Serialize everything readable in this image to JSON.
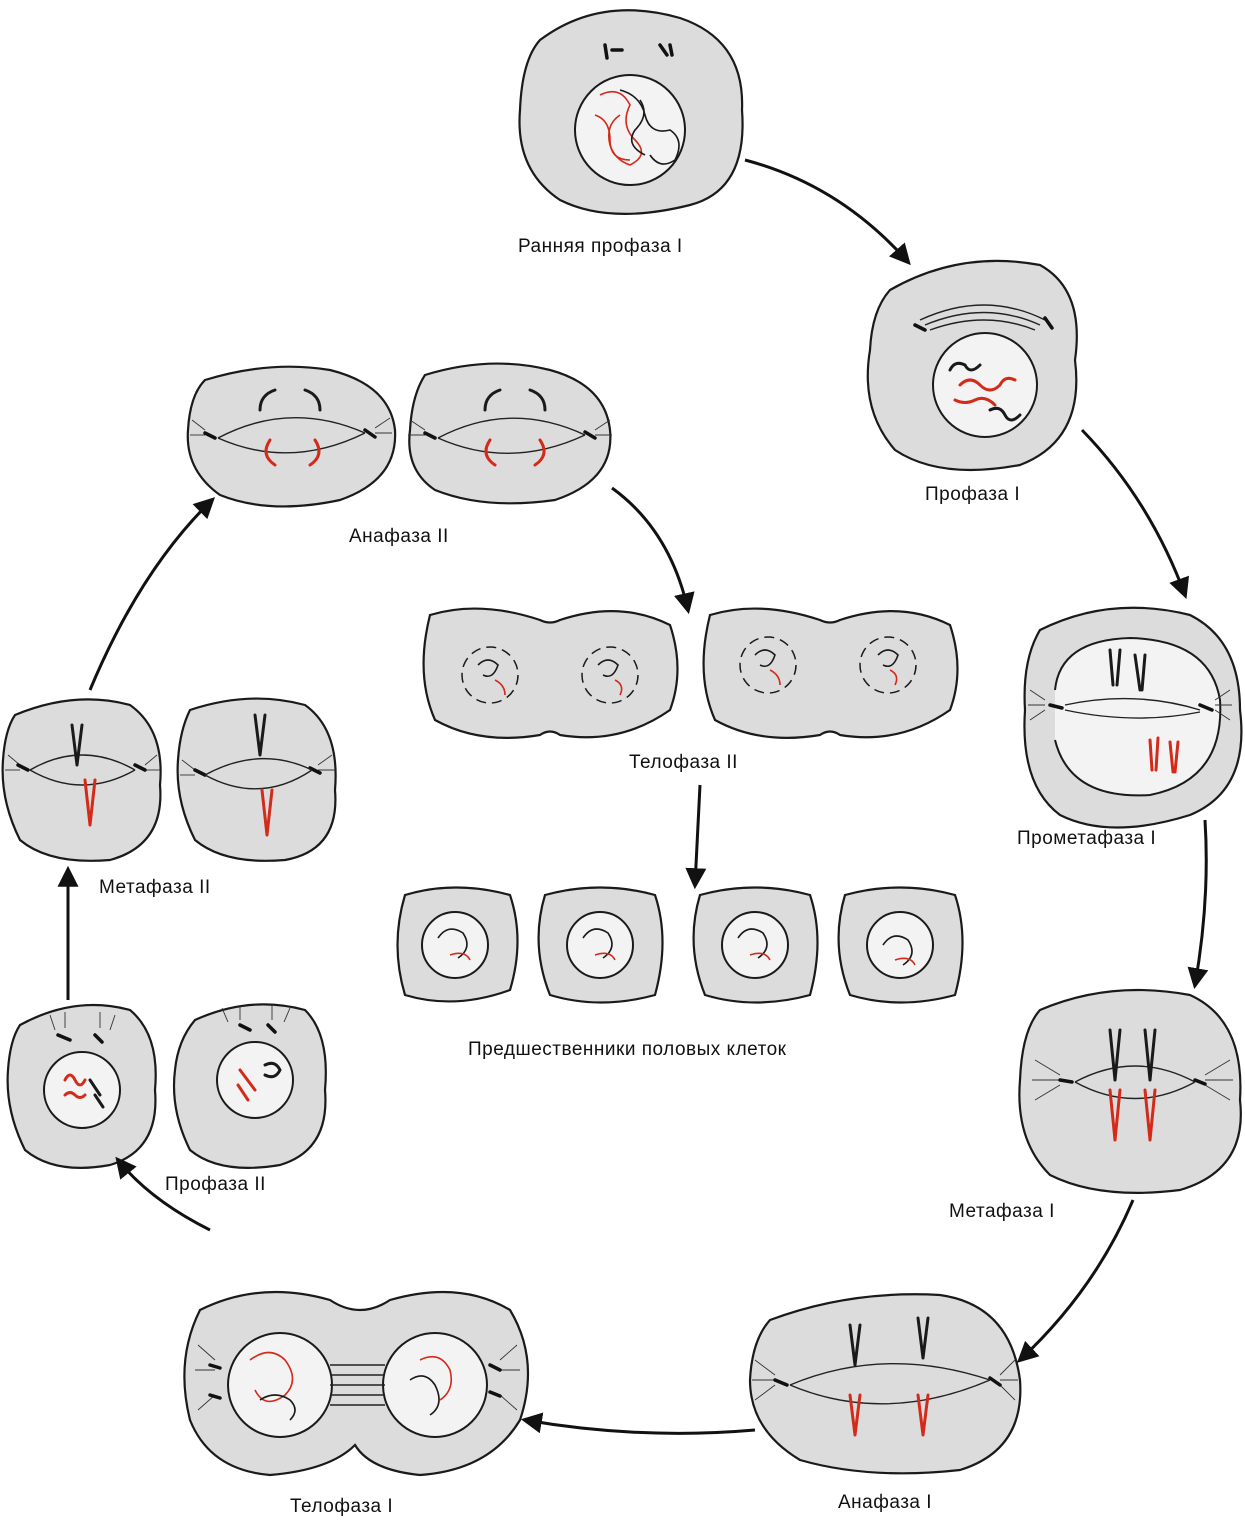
{
  "labels": {
    "early_prophase_1": "Ранняя профаза I",
    "prophase_1": "Профаза I",
    "prometaphase_1": "Прометафаза I",
    "metaphase_1": "Метафаза I",
    "anaphase_1": "Анафаза I",
    "telophase_1": "Телофаза I",
    "prophase_2": "Профаза II",
    "metaphase_2": "Метафаза II",
    "anaphase_2": "Анафаза II",
    "telophase_2": "Телофаза II",
    "germ_cell_precursors": "Предшественники половых клеток"
  },
  "colors": {
    "cytoplasm": "#dcdcdc",
    "outline": "#1a1a1a",
    "maternal_chromosome": "#d42a1a",
    "paternal_chromosome": "#1a1a1a"
  }
}
